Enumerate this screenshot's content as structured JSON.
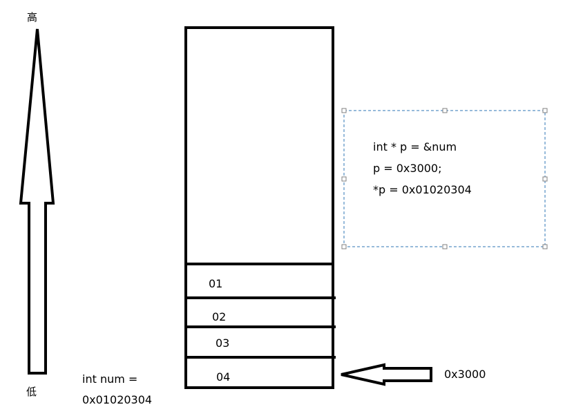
{
  "axis": {
    "high_label": "高",
    "low_label": "低"
  },
  "memory": {
    "cells": [
      "01",
      "02",
      "03",
      "04"
    ]
  },
  "variable": {
    "line1": "int num =",
    "line2": "0x01020304"
  },
  "pointer": {
    "address_label": "0x3000"
  },
  "code_box": {
    "lines": [
      "int * p = &num",
      "p = 0x3000;",
      "*p = 0x01020304"
    ],
    "border_color": "#2e75b6"
  }
}
